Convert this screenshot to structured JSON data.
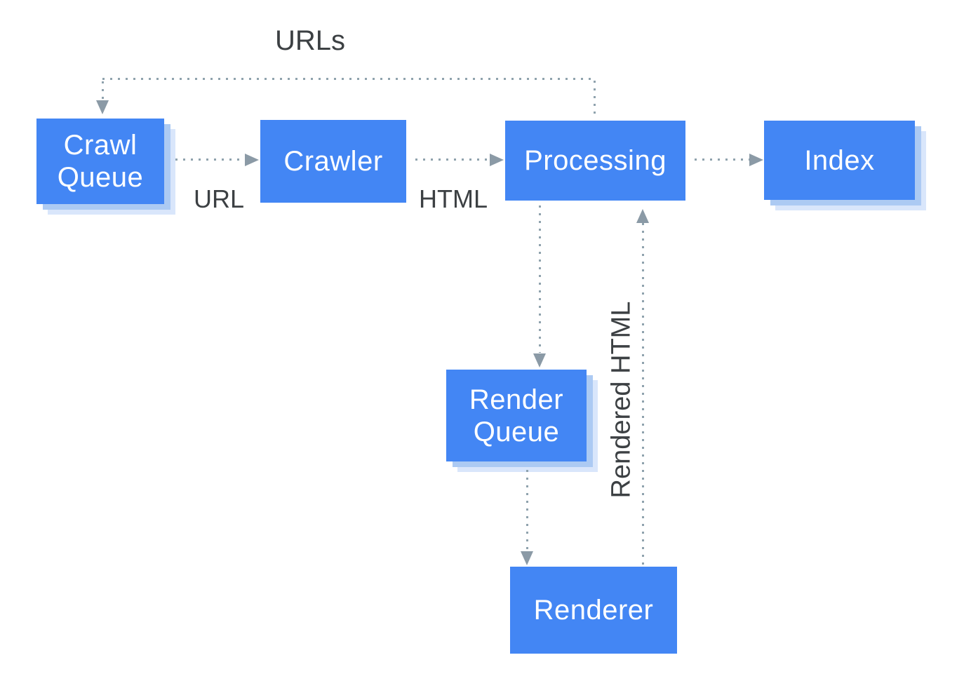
{
  "diagram": {
    "nodes": {
      "crawl_queue": {
        "label": "Crawl Queue"
      },
      "crawler": {
        "label": "Crawler"
      },
      "processing": {
        "label": "Processing"
      },
      "index": {
        "label": "Index"
      },
      "render_queue": {
        "label": "Render Queue"
      },
      "renderer": {
        "label": "Renderer"
      }
    },
    "edges": [
      {
        "from": "processing",
        "to": "crawl_queue",
        "label": "URLs",
        "style": "dotted"
      },
      {
        "from": "crawl_queue",
        "to": "crawler",
        "label": "URL",
        "style": "dotted"
      },
      {
        "from": "crawler",
        "to": "processing",
        "label": "HTML",
        "style": "dotted"
      },
      {
        "from": "processing",
        "to": "index",
        "label": "",
        "style": "dotted"
      },
      {
        "from": "processing",
        "to": "render_queue",
        "label": "",
        "style": "dotted"
      },
      {
        "from": "render_queue",
        "to": "renderer",
        "label": "",
        "style": "dotted"
      },
      {
        "from": "renderer",
        "to": "processing",
        "label": "Rendered HTML",
        "style": "dotted"
      }
    ],
    "colors": {
      "node_fill": "#4386f4",
      "node_text": "#ffffff",
      "node_shadow_inner": "#accaf3",
      "node_shadow_outer": "#d9e6fb",
      "connector_dot": "#8fa2ad",
      "arrowhead": "#8b9aa6",
      "edge_label_text": "#3c4043",
      "background": "#ffffff"
    }
  }
}
